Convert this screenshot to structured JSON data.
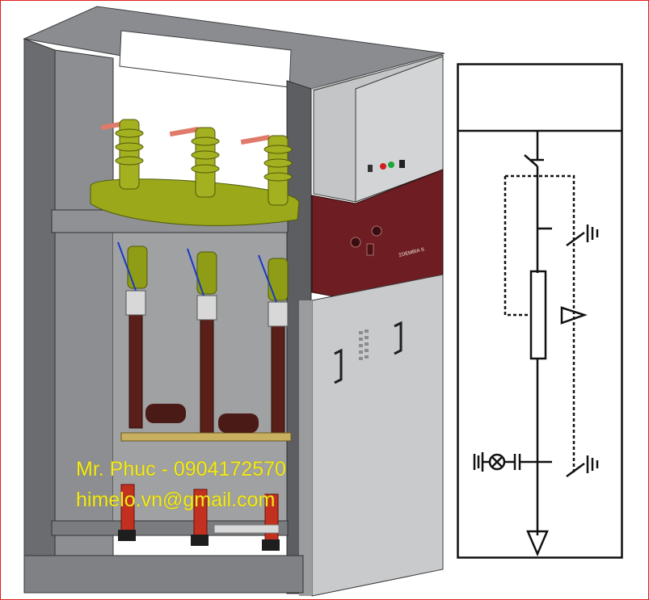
{
  "watermark": {
    "contact": "Mr. Phuc - 0904172570",
    "email": "himelo.vn@gmail.com"
  },
  "cabinet": {
    "brand_label": "ΣDEMBIA S",
    "colors": {
      "frame": "#77797c",
      "frame_dark": "#4a4c4f",
      "panel_light": "#c8c9ca",
      "panel_dark": "#5b5d60",
      "maroon_panel": "#6e1e22",
      "insulator_green": "#9aa81a",
      "fuse_tube": "#5b1f1a",
      "arrester_red": "#c23020",
      "busbar_copper": "#e07a6a"
    }
  },
  "schematic_icons": [
    "earth-symbol",
    "load-break-switch",
    "earthing-switch",
    "fuse",
    "capacitive-voltage-indicator",
    "lamp-symbol",
    "cable-termination-triangle"
  ],
  "border_color": "#e02020",
  "watermark_color": "#f2ea1a"
}
